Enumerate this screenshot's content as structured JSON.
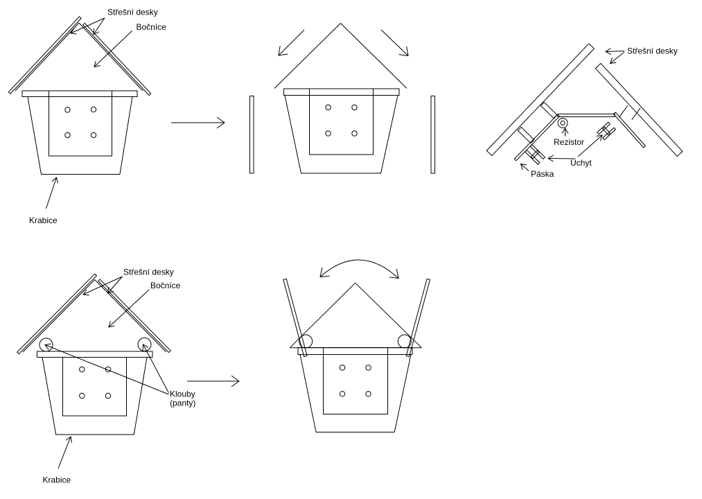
{
  "background": "#ffffff",
  "line_color": "#000000",
  "fig_assembled": {
    "roof_boards_label": "Střešní desky",
    "side_panel_label": "Bočníce",
    "box_label": "Krabice"
  },
  "fig_detail": {
    "roof_boards_label": "Střešní desky",
    "resistor_label": "Rezistor",
    "holder_label": "Úchyt",
    "tape_label": "Páska"
  },
  "fig_hinged": {
    "roof_boards_label": "Střešní desky",
    "side_panel_label": "Bočníce",
    "hinge_label_line1": "Klouby",
    "hinge_label_line2": "(panty)",
    "box_label": "Krabice"
  }
}
